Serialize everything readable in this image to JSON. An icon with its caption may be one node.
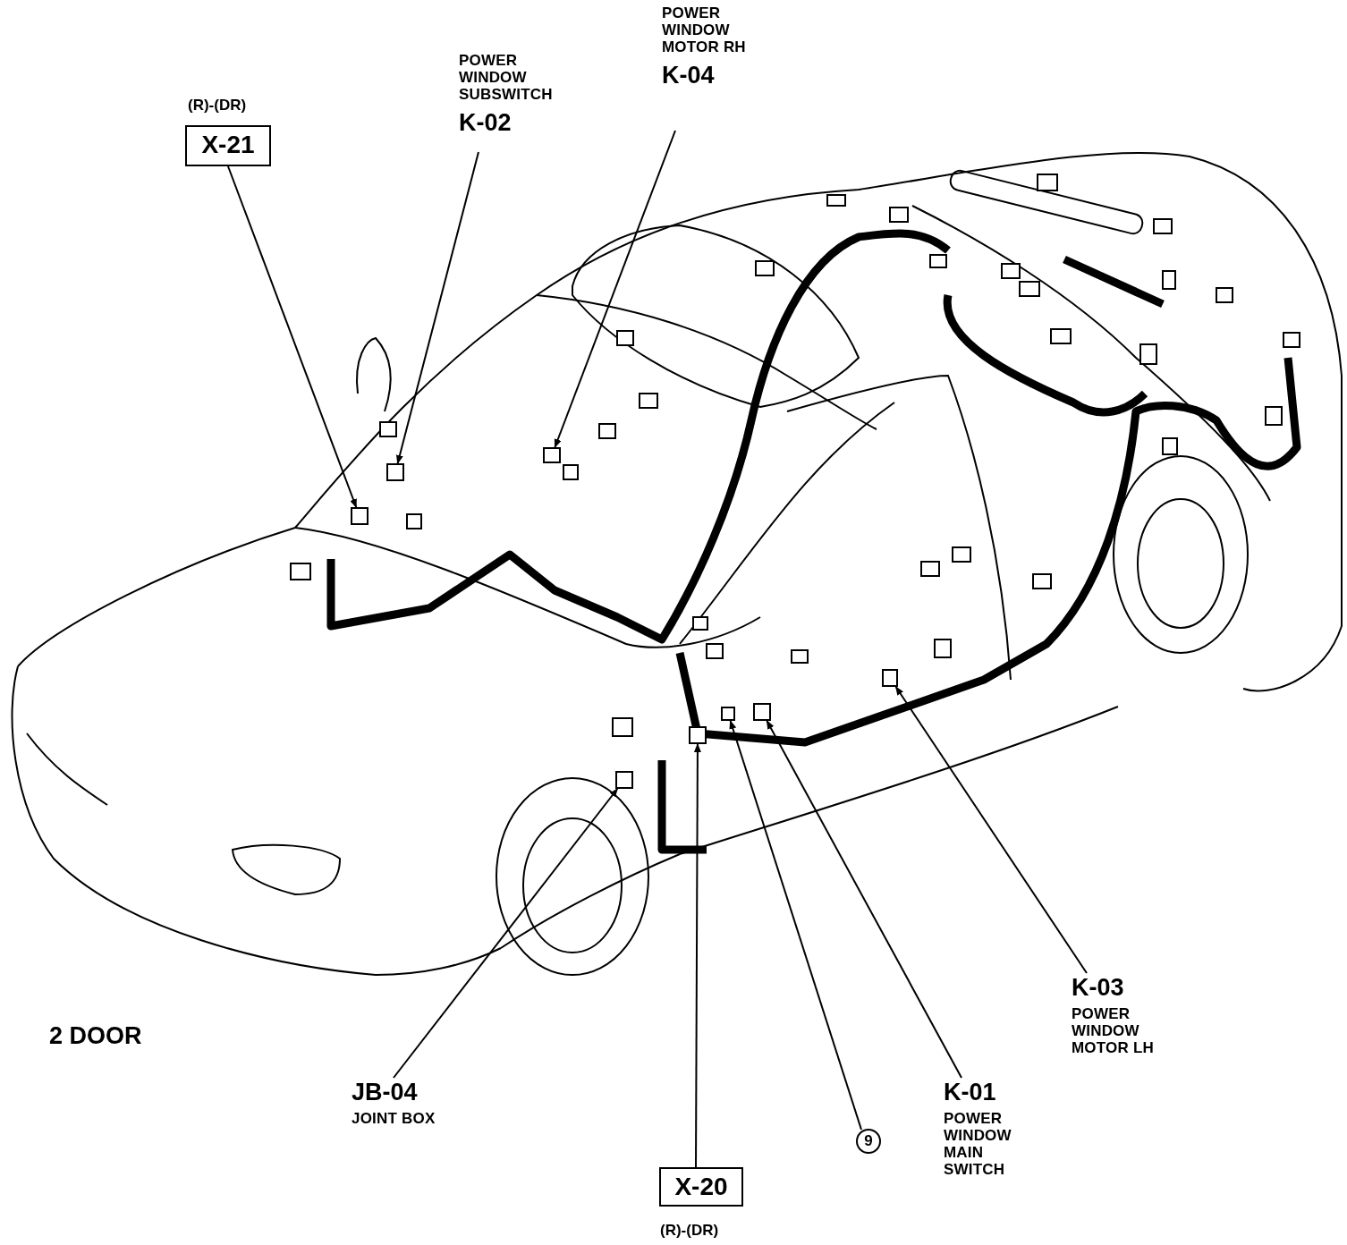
{
  "diagram": {
    "nodes": [
      {
        "text": [
          "X-21"
        ],
        "beside": [
          "(R)-(DR)"
        ]
      },
      {
        "text": [
          "POWER WINDOW SUBSWITCH",
          "K-02"
        ]
      },
      {
        "text": [
          "POWER WINDOW MOTOR RH",
          "K-04"
        ]
      },
      {
        "text": [
          "JB-04",
          "JOINT BOX"
        ]
      },
      {
        "text": [
          "X-20"
        ],
        "beside": [
          "(R)-(DR)"
        ]
      },
      {
        "text": [
          "9"
        ]
      },
      {
        "text": [
          "K-01",
          "POWER WINDOW MAIN SWITCH"
        ]
      },
      {
        "text": [
          "K-03",
          "POWER WINDOW MOTOR LH"
        ]
      },
      {
        "text": [],
        "shape": "box"
      },
      {
        "text": [],
        "shape": "box"
      },
      {
        "text": [],
        "shape": "box"
      },
      {
        "text": [],
        "shape": "box"
      },
      {
        "text": [],
        "shape": "box"
      },
      {
        "text": [],
        "shape": "box"
      },
      {
        "text": [],
        "shape": "box"
      },
      {
        "text": [],
        "shape": "box"
      }
    ],
    "edges": [
      {
        "from": 0,
        "to": 8,
        "arrow": "to"
      },
      {
        "from": 1,
        "to": 9,
        "arrow": "to"
      },
      {
        "from": 2,
        "to": 10,
        "arrow": "to"
      },
      {
        "from": 3,
        "to": 11,
        "arrow": "to"
      },
      {
        "from": 4,
        "to": 12,
        "arrow": "to"
      },
      {
        "from": 5,
        "to": 13,
        "arrow": "to"
      },
      {
        "from": 6,
        "to": 14,
        "arrow": "to"
      },
      {
        "from": 7,
        "to": 15,
        "arrow": "to"
      }
    ],
    "labels": [
      "2 DOOR"
    ]
  }
}
